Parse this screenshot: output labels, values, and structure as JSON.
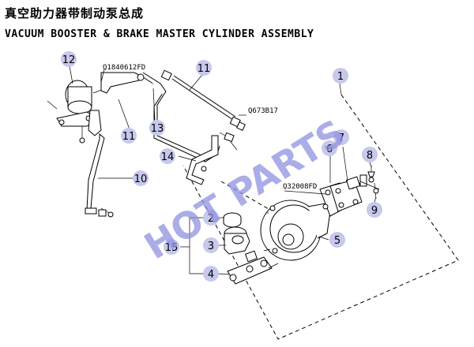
{
  "title_cn": "真空助力器带制动泵总成",
  "title_en": "VACUUM BOOSTER & BRAKE MASTER CYLINDER ASSEMBLY",
  "watermark": "HOT PARTS",
  "watermark_color": "#8f92e0",
  "callout_color": "#c6c8ec",
  "part_numbers": [
    "Q1840612FD",
    "Q673B17",
    "Q32008FD"
  ],
  "callouts": [
    "1",
    "2",
    "3",
    "4",
    "5",
    "6",
    "7",
    "8",
    "9",
    "10",
    "11",
    "11",
    "12",
    "13",
    "14",
    "15"
  ]
}
